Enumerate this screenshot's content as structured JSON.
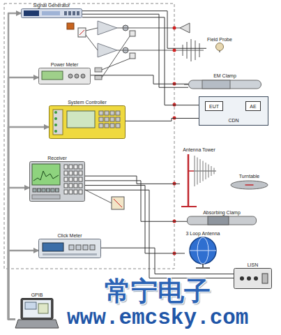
{
  "diagram": {
    "nodes": [
      {
        "text": [
          "Signal Generator"
        ]
      },
      {
        "text": [
          "Field Probe"
        ]
      },
      {
        "text": [
          "Power Meter"
        ]
      },
      {
        "text": [
          "EM Clamp"
        ]
      },
      {
        "text": [
          "System Controller"
        ]
      },
      {
        "text": [
          "CDN"
        ]
      },
      {
        "text": [
          "EUT"
        ],
        "in": 5
      },
      {
        "text": [
          "AE"
        ],
        "in": 5
      },
      {
        "text": [
          "Receiver"
        ]
      },
      {
        "text": [
          "Antenna Tower"
        ]
      },
      {
        "text": [
          "Turntable"
        ]
      },
      {
        "text": [
          "Absorbing Clamp"
        ]
      },
      {
        "text": [
          "3 Loop Antenna"
        ]
      },
      {
        "text": [
          "Click Meter"
        ]
      },
      {
        "text": [
          "LISN"
        ]
      },
      {
        "text": [
          "GPIB"
        ]
      }
    ],
    "edges": [
      {
        "from": 15,
        "to": 0,
        "arrow": "to"
      },
      {
        "from": 15,
        "to": 2,
        "arrow": "to"
      },
      {
        "from": 15,
        "to": 4,
        "arrow": "to"
      },
      {
        "from": 15,
        "to": 8,
        "arrow": "to"
      },
      {
        "from": 15,
        "to": 13,
        "arrow": "to"
      },
      {
        "from": 0,
        "to": 1,
        "arrow": "none"
      },
      {
        "from": 0,
        "to": 3,
        "arrow": "none"
      },
      {
        "from": 0,
        "to": 5,
        "arrow": "none"
      },
      {
        "from": 2,
        "to": 3,
        "arrow": "none"
      },
      {
        "from": 4,
        "to": 5,
        "arrow": "none"
      },
      {
        "from": 8,
        "to": 9,
        "arrow": "none"
      },
      {
        "from": 8,
        "to": 11,
        "arrow": "none"
      },
      {
        "from": 8,
        "to": 12,
        "arrow": "none"
      },
      {
        "from": 8,
        "to": 14,
        "arrow": "none"
      },
      {
        "from": 13,
        "to": 14,
        "arrow": "none"
      }
    ],
    "labels": [
      "常宁电子",
      "www.emcsky.com"
    ]
  }
}
